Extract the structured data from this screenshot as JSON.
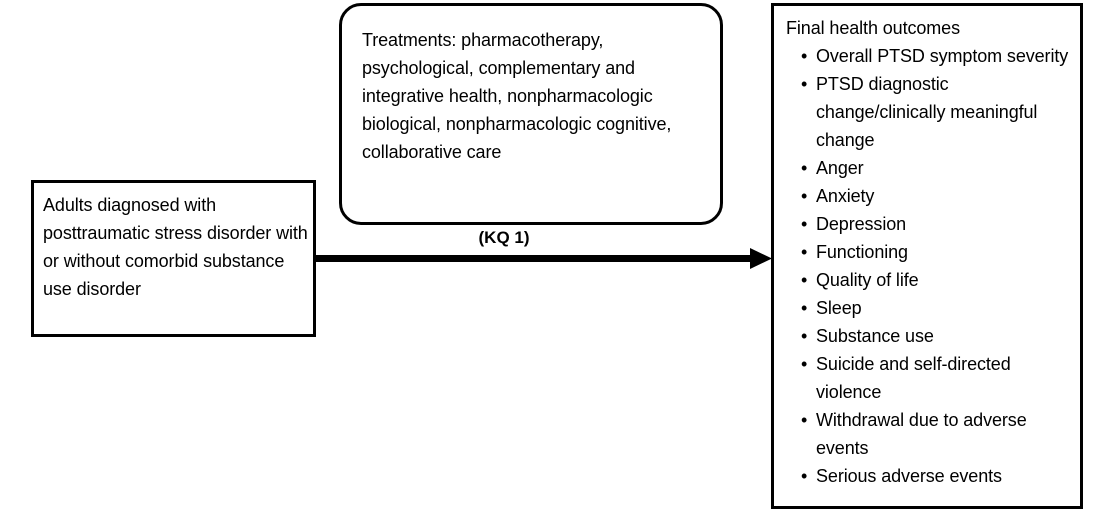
{
  "diagram": {
    "population_box": {
      "text": "Adults diagnosed with posttraumatic stress disorder with or without comorbid substance use disorder"
    },
    "treatments_box": {
      "text": "Treatments: pharmacotherapy, psychological, complementary and integrative health, nonpharmacologic biological, nonpharmacologic cognitive, collaborative care"
    },
    "outcomes_box": {
      "heading": "Final health outcomes",
      "bullet_glyph": "•",
      "items": [
        "Overall PTSD symptom severity",
        "PTSD diagnostic change/clinically meaningful change",
        "Anger",
        "Anxiety",
        "Depression",
        "Functioning",
        "Quality of life",
        "Sleep",
        "Substance use",
        "Suicide and self-directed violence",
        "Withdrawal due to adverse events",
        "Serious adverse events"
      ]
    },
    "arrow": {
      "label": "(KQ 1)"
    },
    "colors": {
      "stroke": "#000000",
      "background": "#ffffff",
      "text": "#000000"
    }
  }
}
